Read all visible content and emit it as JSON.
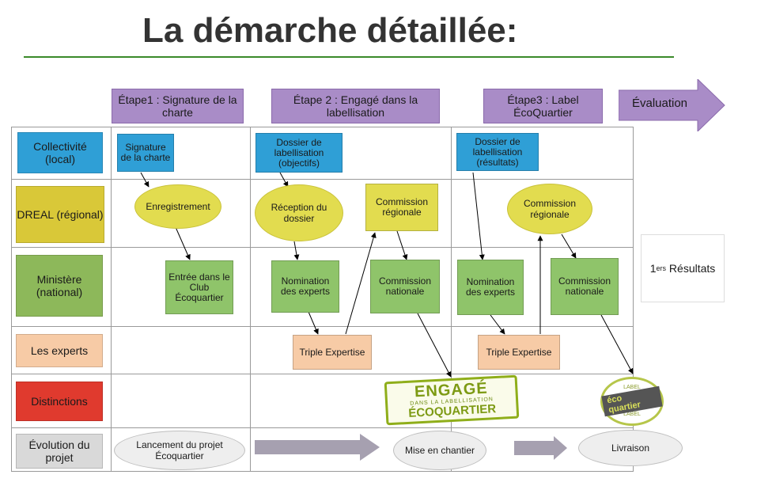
{
  "title": "La démarche détaillée:",
  "stages": {
    "s1": "Étape1 : Signature de la charte",
    "s2": "Étape 2 : Engagé dans la labellisation",
    "s3": "Étape3 : Label ÉcoQuartier",
    "evaluation": "Évaluation"
  },
  "rows": {
    "collectivite": "Collectivité (local)",
    "dreal": "DREAL (régional)",
    "ministere": "Ministère (national)",
    "experts": "Les experts",
    "distinctions": "Distinctions",
    "evolution": "Évolution du projet"
  },
  "nodes": {
    "signature": "Signature de la charte",
    "dossier1": "Dossier de labellisation (objectifs)",
    "dossier2": "Dossier de labellisation (résultats)",
    "enregistrement": "Enregistrement",
    "reception": "Réception du dossier",
    "commission_reg1": "Commission régionale",
    "commission_reg2": "Commission régionale",
    "entree": "Entrée dans le Club Écoquartier",
    "nomination1": "Nomination des experts",
    "commission_nat1": "Commission nationale",
    "nomination2": "Nomination des experts",
    "commission_nat2": "Commission nationale",
    "triple1": "Triple Expertise",
    "triple2": "Triple Expertise",
    "lancement": "Lancement du projet Écoquartier",
    "chantier": "Mise en chantier",
    "livraison": "Livraison"
  },
  "results": {
    "sup": "ers",
    "prefix": "1",
    "suffix": " Résultats"
  },
  "badges": {
    "engage_l1": "ENGAGÉ",
    "engage_l2": "DANS LA LABELLISATION",
    "engage_l3": "ÉCOQUARTIER",
    "label_top": "LABEL",
    "label_eco": "éco quartier",
    "label_bottom": "LABEL"
  },
  "colors": {
    "stage": "#a98cc7",
    "blue": "#2f9fd6",
    "yellow": "#e2dc4f",
    "green": "#8fc46a",
    "peach": "#f7cba6",
    "red": "#e03a2e",
    "grey": "#d9d9d9",
    "rule": "#3a8a2a"
  }
}
